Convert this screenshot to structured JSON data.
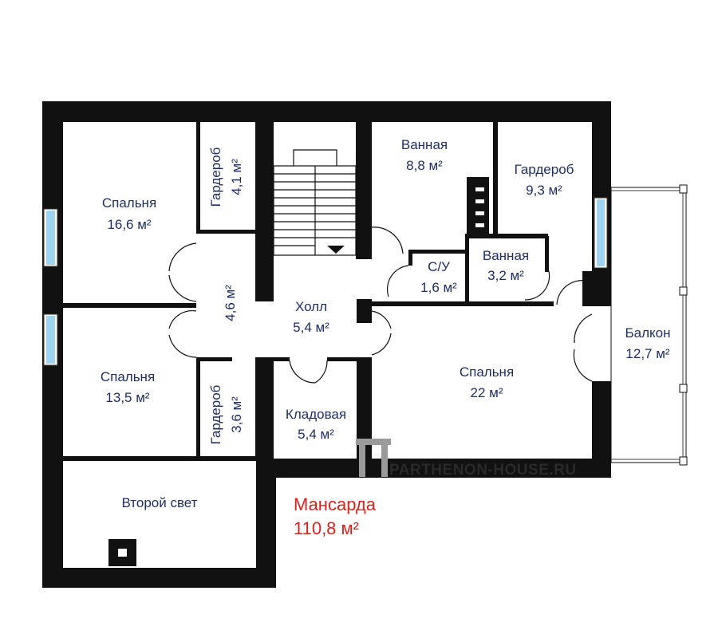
{
  "plan": {
    "title": "Мансарда",
    "total_area": "110,8 м²",
    "watermark": "PARTHENON-HOUSE.RU",
    "colors": {
      "wall": "#111111",
      "label": "#1f2f66",
      "title": "#e0201b",
      "window": "#9fd3f0"
    },
    "rooms": {
      "bedroom_1": {
        "name": "Спальня",
        "area": "16,6 м²"
      },
      "wardrobe_1": {
        "name": "Гардероб",
        "area": "4,1 м²"
      },
      "bathroom_1": {
        "name": "Ванная",
        "area": "8,8 м²"
      },
      "wardrobe_2": {
        "name": "Гардероб",
        "area": "9,3 м²"
      },
      "wc": {
        "name": "С/У",
        "area": "1,6 м²"
      },
      "bathroom_2": {
        "name": "Ванная",
        "area": "3,2 м²"
      },
      "corridor": {
        "area": "4,6 м²"
      },
      "hall": {
        "name": "Холл",
        "area": "5,4 м²"
      },
      "balcony": {
        "name": "Балкон",
        "area": "12,7 м²"
      },
      "bedroom_2": {
        "name": "Спальня",
        "area": "13,5 м²"
      },
      "wardrobe_3": {
        "name": "Гардероб",
        "area": "3,6 м²"
      },
      "storage": {
        "name": "Кладовая",
        "area": "5,4 м²"
      },
      "bedroom_3": {
        "name": "Спальня",
        "area": "22 м²"
      },
      "second_light": {
        "name": "Второй свет"
      }
    }
  }
}
